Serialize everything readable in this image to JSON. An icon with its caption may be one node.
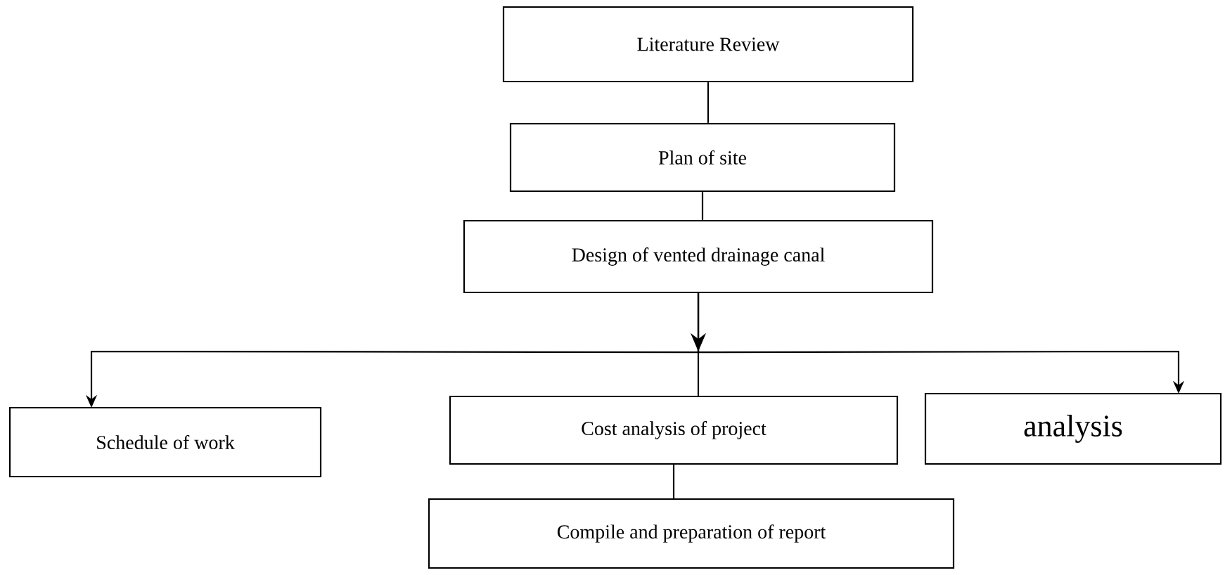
{
  "diagram": {
    "nodes": [
      {
        "text": [
          "Literature Review"
        ]
      },
      {
        "text": [
          "Plan of site"
        ]
      },
      {
        "text": [
          "Design of vented drainage canal"
        ]
      },
      {
        "text": [
          "Schedule of work"
        ]
      },
      {
        "text": [
          "Cost analysis of project"
        ]
      },
      {
        "text": [
          "analysis"
        ]
      },
      {
        "text": [
          "Compile and preparation of report"
        ]
      }
    ],
    "edges": [
      {
        "from": 0,
        "to": 1,
        "arrow": "none"
      },
      {
        "from": 1,
        "to": 2,
        "arrow": "none"
      },
      {
        "from": 2,
        "to": 3,
        "arrow": "to"
      },
      {
        "from": 2,
        "to": 4,
        "arrow": "to"
      },
      {
        "from": 2,
        "to": 5,
        "arrow": "to"
      },
      {
        "from": 4,
        "to": 6,
        "arrow": "none"
      }
    ]
  }
}
